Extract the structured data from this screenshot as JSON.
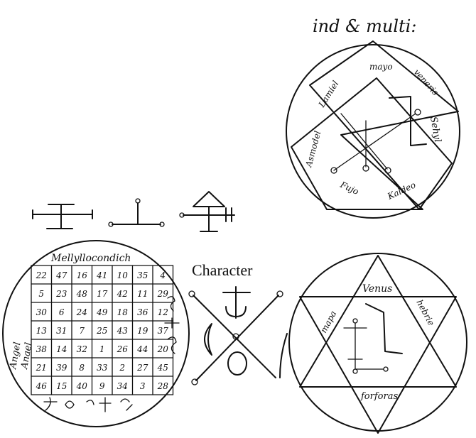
{
  "header_note": "ind & multi:",
  "heptagram": {
    "words": [
      "mayo",
      "veneris",
      "Sehyl",
      "Kaldeo",
      "Fujo",
      "Asmodel",
      "Lamiel"
    ]
  },
  "seal_square": {
    "title": "Mellyllocondich",
    "side_label": [
      "Angel",
      "Anael"
    ],
    "grid": [
      [
        "22",
        "47",
        "16",
        "41",
        "10",
        "35",
        "4"
      ],
      [
        "5",
        "23",
        "48",
        "17",
        "42",
        "11",
        "29"
      ],
      [
        "30",
        "6",
        "24",
        "49",
        "18",
        "36",
        "12"
      ],
      [
        "13",
        "31",
        "7",
        "25",
        "43",
        "19",
        "37"
      ],
      [
        "38",
        "14",
        "32",
        "1",
        "26",
        "44",
        "20"
      ],
      [
        "21",
        "39",
        "8",
        "33",
        "2",
        "27",
        "45"
      ],
      [
        "46",
        "15",
        "40",
        "9",
        "34",
        "3",
        "28"
      ]
    ]
  },
  "center_label": "Character",
  "hexagram": {
    "words": [
      "Venus",
      "mapa",
      "hebrie",
      "forforas"
    ]
  },
  "colors": {
    "ink": "#111111",
    "paper": "#ffffff"
  }
}
